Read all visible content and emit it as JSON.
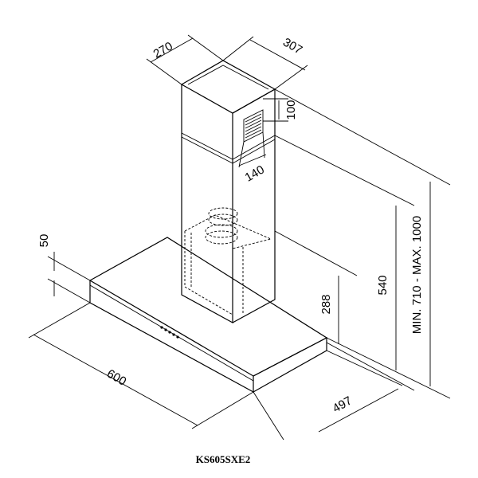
{
  "dimensions": {
    "chimney_depth": "270",
    "chimney_width": "307",
    "vent_height": "100",
    "vent_width": "140",
    "canopy_thickness": "50",
    "canopy_width": "600",
    "canopy_depth": "497",
    "lower_chimney_height": "288",
    "hood_height": "540",
    "total_height": "MIN. 710 - MAX. 1000"
  },
  "model_code": "KS605SXE2",
  "colors": {
    "line": "#000000",
    "background": "#ffffff"
  }
}
